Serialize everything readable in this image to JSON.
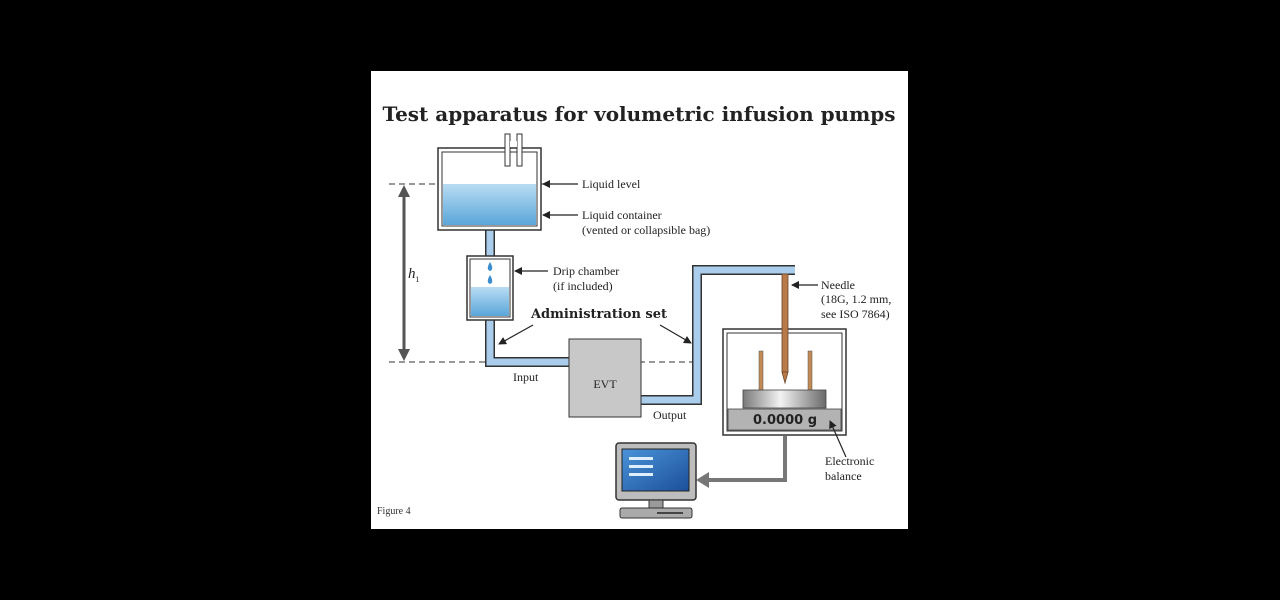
{
  "title": "Test apparatus for volumetric infusion pumps",
  "labels": {
    "liquid_level": "Liquid level",
    "liquid_container_1": "Liquid container",
    "liquid_container_2": "(vented or collapsible bag)",
    "drip_chamber_1": "Drip chamber",
    "drip_chamber_2": "(if included)",
    "height_symbol": "h",
    "height_subscript": "1",
    "administration_set": "Administration set",
    "input": "Input",
    "output": "Output",
    "evt": "EVT",
    "needle_1": "Needle",
    "needle_2": "(18G, 1.2 mm,",
    "needle_3": "see ISO 7864)",
    "electronic_balance_1": "Electronic",
    "electronic_balance_2": "balance",
    "balance_reading": "0.0000 g"
  },
  "figure_label": "Figure 4",
  "colors": {
    "water": "#8ec4e6",
    "tube": "#a9cdeb",
    "evt_box": "#c8c8c8",
    "monitor_screen": "#2f74c0",
    "needle": "#b97a4a",
    "cable": "#777777"
  },
  "icons": [
    "monitor-icon",
    "drip-drop-icon",
    "needle-icon",
    "balance-icon"
  ]
}
